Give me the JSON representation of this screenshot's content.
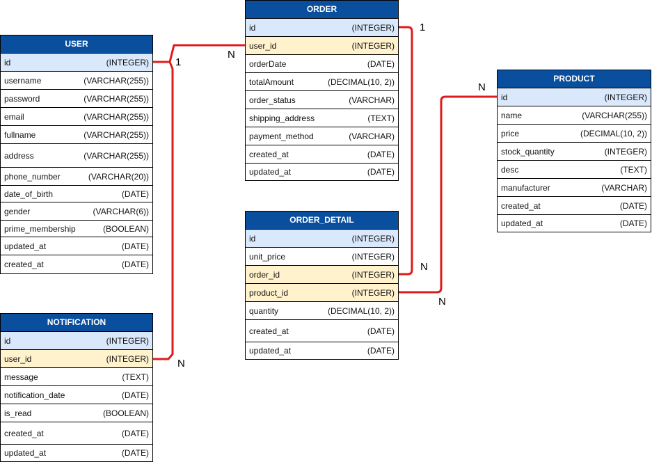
{
  "tables": {
    "user": {
      "title": "USER",
      "rows": [
        {
          "name": "id",
          "type": "(INTEGER)"
        },
        {
          "name": "username",
          "type": "(VARCHAR(255))"
        },
        {
          "name": "password",
          "type": "(VARCHAR(255))"
        },
        {
          "name": "email",
          "type": "(VARCHAR(255))"
        },
        {
          "name": "fullname",
          "type": "(VARCHAR(255))"
        },
        {
          "name": "address",
          "type": "(VARCHAR(255))"
        },
        {
          "name": "phone_number",
          "type": "(VARCHAR(20))"
        },
        {
          "name": "date_of_birth",
          "type": "(DATE)"
        },
        {
          "name": "gender",
          "type": "(VARCHAR(6))"
        },
        {
          "name": "prime_membership",
          "type": "(BOOLEAN)"
        },
        {
          "name": "updated_at",
          "type": "(DATE)"
        },
        {
          "name": "created_at",
          "type": "(DATE)"
        }
      ]
    },
    "notification": {
      "title": "NOTIFICATION",
      "rows": [
        {
          "name": "id",
          "type": "(INTEGER)"
        },
        {
          "name": "user_id",
          "type": "(INTEGER)"
        },
        {
          "name": "message",
          "type": "(TEXT)"
        },
        {
          "name": "notification_date",
          "type": "(DATE)"
        },
        {
          "name": "is_read",
          "type": "(BOOLEAN)"
        },
        {
          "name": "created_at",
          "type": "(DATE)"
        },
        {
          "name": "updated_at",
          "type": "(DATE)"
        }
      ]
    },
    "order": {
      "title": "ORDER",
      "rows": [
        {
          "name": "id",
          "type": "(INTEGER)"
        },
        {
          "name": "user_id",
          "type": "(INTEGER)"
        },
        {
          "name": "orderDate",
          "type": "(DATE)"
        },
        {
          "name": "totalAmount",
          "type": "(DECIMAL(10, 2))"
        },
        {
          "name": "order_status",
          "type": "(VARCHAR)"
        },
        {
          "name": "shipping_address",
          "type": "(TEXT)"
        },
        {
          "name": "payment_method",
          "type": "(VARCHAR)"
        },
        {
          "name": "created_at",
          "type": "(DATE)"
        },
        {
          "name": "updated_at",
          "type": "(DATE)"
        }
      ]
    },
    "order_detail": {
      "title": "ORDER_DETAIL",
      "rows": [
        {
          "name": "id",
          "type": "(INTEGER)"
        },
        {
          "name": "unit_price",
          "type": "(INTEGER)"
        },
        {
          "name": "order_id",
          "type": "(INTEGER)"
        },
        {
          "name": "product_id",
          "type": "(INTEGER)"
        },
        {
          "name": "quantity",
          "type": "(DECIMAL(10, 2))"
        },
        {
          "name": "created_at",
          "type": "(DATE)"
        },
        {
          "name": "updated_at",
          "type": "(DATE)"
        }
      ]
    },
    "product": {
      "title": "PRODUCT",
      "rows": [
        {
          "name": "id",
          "type": "(INTEGER)"
        },
        {
          "name": "name",
          "type": "(VARCHAR(255))"
        },
        {
          "name": "price",
          "type": "(DECIMAL(10, 2))"
        },
        {
          "name": "stock_quantity",
          "type": "(INTEGER)"
        },
        {
          "name": "desc",
          "type": "(TEXT)"
        },
        {
          "name": "manufacturer",
          "type": "(VARCHAR)"
        },
        {
          "name": "created_at",
          "type": "(DATE)"
        },
        {
          "name": "updated_at",
          "type": "(DATE)"
        }
      ]
    }
  },
  "cardinality": {
    "user_order_one": "1",
    "user_order_many": "N",
    "user_notification_one": "1",
    "user_notification_many": "N",
    "order_detail_one": "1",
    "order_detail_many": "N",
    "product_detail_one": "N",
    "product_detail_many": "N"
  },
  "colors": {
    "header": "#0a4f9e",
    "primary_key_row": "#dae8fc",
    "foreign_key_row": "#fff2cc",
    "relationship_line": "#e01b1b"
  }
}
